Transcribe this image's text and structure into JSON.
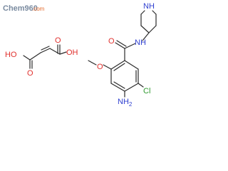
{
  "watermark": {
    "brand_text": "Chem960",
    "domain_text": ".com",
    "brand_color": "#7a8ba0",
    "accent_color": "#e46a2b"
  },
  "atoms": {
    "acid_oh_left": "HO",
    "acid_o_left": "O",
    "acid_o_right": "O",
    "acid_oh_right": "OH",
    "amide_o": "O",
    "amide_nh": "NH",
    "piperidine_nh": "NH",
    "methoxy_o": "O",
    "amine": "NH",
    "amine_sub": "2",
    "chloro": "Cl"
  },
  "colors": {
    "oxygen": "#e0302d",
    "nitrogen": "#2f3fd0",
    "chlorine": "#2e9a2e",
    "bond": "#2b2b2b"
  }
}
